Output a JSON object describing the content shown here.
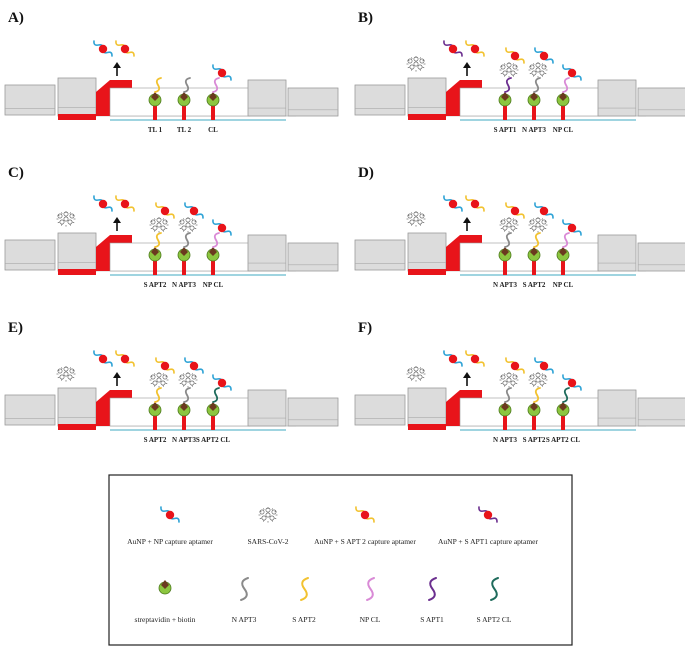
{
  "panels": [
    {
      "label": "A)",
      "lines": [
        "TL 1",
        "TL 2",
        "CL"
      ],
      "analyte_rows": [
        false,
        false,
        false
      ],
      "top_aunp": "np"
    },
    {
      "label": "B)",
      "lines": [
        "S APT1",
        "N APT3",
        "NP CL"
      ],
      "analyte_rows": [
        true,
        true,
        false
      ],
      "top_aunp": "sapt1"
    },
    {
      "label": "C)",
      "lines": [
        "S APT2",
        "N APT3",
        "NP CL"
      ],
      "analyte_rows": [
        true,
        true,
        false
      ],
      "top_aunp": "np"
    },
    {
      "label": "D)",
      "lines": [
        "N APT3",
        "S APT2",
        "NP CL"
      ],
      "analyte_rows": [
        true,
        true,
        false
      ],
      "top_aunp": "np"
    },
    {
      "label": "E)",
      "lines": [
        "S APT2",
        "N APT3",
        "S APT2 CL"
      ],
      "analyte_rows": [
        true,
        true,
        false
      ],
      "top_aunp": "np"
    },
    {
      "label": "F)",
      "lines": [
        "N APT3",
        "S APT2",
        "S APT2 CL"
      ],
      "analyte_rows": [
        true,
        true,
        false
      ],
      "top_aunp": "np"
    }
  ],
  "legend": {
    "row1": [
      {
        "icon": "aunp-np-capture-aptamer-icon",
        "label": "AuNP + NP capture aptamer"
      },
      {
        "icon": "sars-cov-2-icon",
        "label": "SARS-CoV-2"
      },
      {
        "icon": "aunp-s-apt2-capture-aptamer-icon",
        "label": "AuNP + S APT 2 capture aptamer"
      },
      {
        "icon": "aunp-s-apt1-capture-aptamer-icon",
        "label": "AuNP + S APT1 capture aptamer"
      }
    ],
    "row2": [
      {
        "icon": "streptavidin-biotin-icon",
        "label": "streptavidin + biotin"
      },
      {
        "icon": "n-apt3-strand-icon",
        "label": "N APT3"
      },
      {
        "icon": "s-apt2-strand-icon",
        "label": "S APT2"
      },
      {
        "icon": "np-cl-strand-icon",
        "label": "NP CL"
      },
      {
        "icon": "s-apt1-strand-icon",
        "label": "S APT1"
      },
      {
        "icon": "s-apt2-cl-strand-icon",
        "label": "S APT2 CL"
      }
    ]
  },
  "colors": {
    "aunp": "#e8141a",
    "np_aptamer": "#2fa3d6",
    "s_apt2": "#f2c230",
    "s_apt1": "#6b2f8f",
    "n_apt3": "#8a8a8a",
    "np_cl": "#d98ad6",
    "s_apt2_cl": "#1f6b5c",
    "streptavidin": "#8cc63f",
    "biotin": "#6b3a1f",
    "strip": "#dcdcdc",
    "conjugate_pad": "#e8141a",
    "membrane_line": "#9fd4e0"
  }
}
